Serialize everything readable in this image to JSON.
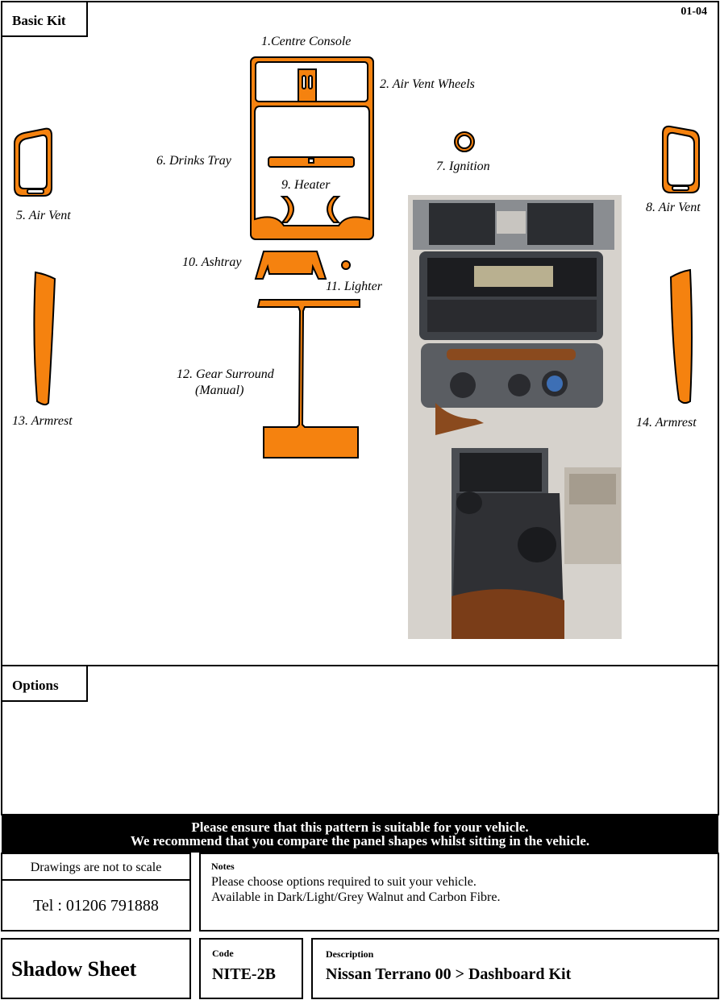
{
  "header": {
    "basic_kit_label": "Basic Kit",
    "sheet_number": "01-04",
    "options_label": "Options"
  },
  "parts": {
    "p1": "1.Centre Console",
    "p2": "2. Air Vent Wheels",
    "p5": "5. Air Vent",
    "p6": "6. Drinks Tray",
    "p7": "7. Ignition",
    "p8": "8. Air Vent",
    "p9": "9. Heater",
    "p10": "10. Ashtray",
    "p11": "11. Lighter",
    "p12_line1": "12. Gear Surround",
    "p12_line2": "(Manual)",
    "p13": "13. Armrest",
    "p14": "14. Armrest"
  },
  "colors": {
    "panel_fill": "#f5820f",
    "warning_bg": "#000000"
  },
  "warning": {
    "line1": "Please ensure that this pattern is suitable for your vehicle.",
    "line2": "We recommend that you compare the panel shapes whilst sitting in the vehicle."
  },
  "info": {
    "scale_note": "Drawings are not to scale",
    "tel": "Tel : 01206 791888",
    "notes_label": "Notes",
    "notes_line1": "Please choose options required to suit your vehicle.",
    "notes_line2": "Available in Dark/Light/Grey Walnut  and Carbon Fibre."
  },
  "footer": {
    "title": "Shadow Sheet",
    "code_label": "Code",
    "code_value": "NITE-2B",
    "description_label": "Description",
    "description_value": "Nissan Terrano 00 > Dashboard Kit"
  }
}
